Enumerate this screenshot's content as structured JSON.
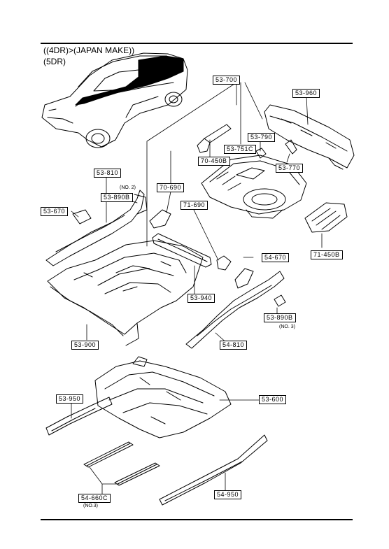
{
  "header": {
    "line1": "((4DR)>(JAPAN MAKE))",
    "line2": "(5DR)"
  },
  "parts": {
    "p53_700": "53-700",
    "p53_960": "53-960",
    "p53_790": "53-790",
    "p53_751c": "53-751C",
    "p70_450b": "70-450B",
    "p53_770": "53-770",
    "p53_810": "53-810",
    "p70_690": "70-690",
    "p53_670": "53-670",
    "p53_890b_a": "53-890B",
    "p71_690": "71-690",
    "p71_450b": "71-450B",
    "p54_670": "54-670",
    "p53_940": "53-940",
    "p53_890b_b": "53-890B",
    "p53_900": "53-900",
    "p54_810": "54-810",
    "p53_950": "53-950",
    "p53_600": "53-600",
    "p54_660c": "54-660C",
    "p54_950": "54-950"
  },
  "notes": {
    "no2": "(NO. 2)",
    "no3a": "(NO. 3)",
    "no3b": "(NO.3)"
  }
}
